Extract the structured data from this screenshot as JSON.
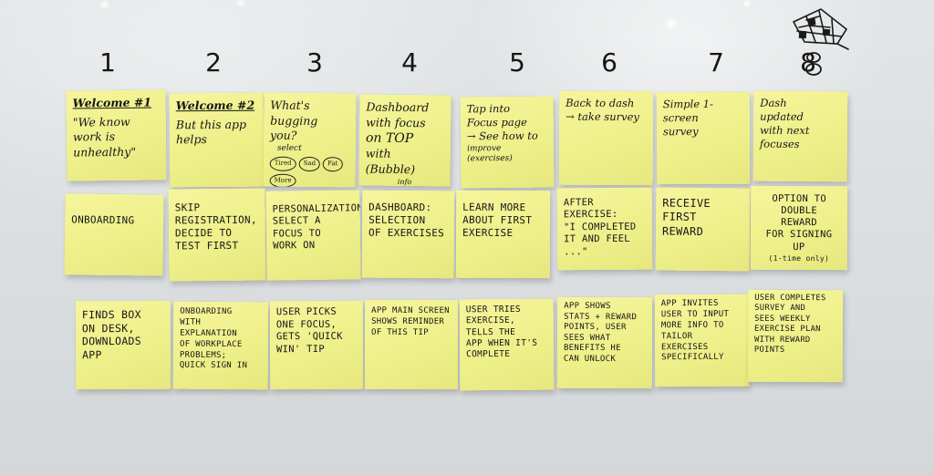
{
  "column_numbers": [
    "1",
    "2",
    "3",
    "4",
    "5",
    "6",
    "7",
    "8"
  ],
  "end_icon": "checkered-finish-flag-icon",
  "row1": [
    {
      "head": "Welcome #1",
      "lines": [
        "\"We know",
        "work is",
        "unhealthy\""
      ]
    },
    {
      "head": "Welcome #2",
      "lines": [
        "But this app",
        "helps"
      ]
    },
    {
      "lines": [
        "What's bugging",
        "you?"
      ],
      "select": "select",
      "bubbles": [
        "Tired",
        "Sad",
        "Fat",
        "More"
      ]
    },
    {
      "lines": [
        "Dashboard",
        "with focus",
        "on TOP",
        "with (Bubble)"
      ],
      "small": "info"
    },
    {
      "lines": [
        "Tap into",
        "Focus page",
        "→ See how to",
        "improve (exercises)"
      ]
    },
    {
      "lines": [
        "Back to dash",
        "→ take survey"
      ]
    },
    {
      "lines": [
        "Simple 1-screen",
        "survey"
      ]
    },
    {
      "lines": [
        "Dash",
        "updated",
        "with next",
        "focuses"
      ]
    }
  ],
  "row2": [
    {
      "lines": [
        "Onboarding"
      ]
    },
    {
      "lines": [
        "Skip",
        "registration,",
        "decide to",
        "test first"
      ]
    },
    {
      "lines": [
        "Personalization:",
        "select a",
        "focus to",
        "work on"
      ]
    },
    {
      "lines": [
        "Dashboard:",
        "selection",
        "of exercises"
      ]
    },
    {
      "lines": [
        "Learn more",
        "about first",
        "exercise"
      ]
    },
    {
      "lines": [
        "After exercise:",
        "\"I completed",
        "it and feel",
        "...\""
      ]
    },
    {
      "lines": [
        "Receive",
        "first",
        "reward"
      ]
    },
    {
      "lines": [
        "Option to",
        "double",
        "reward",
        "for signing",
        "up"
      ],
      "small": "(1-time only)"
    }
  ],
  "row3": [
    {
      "lines": [
        "Finds box",
        "on desk,",
        "downloads",
        "app"
      ]
    },
    {
      "lines": [
        "Onboarding",
        "with explanation",
        "of workplace",
        "problems;",
        "quick sign in"
      ]
    },
    {
      "lines": [
        "User picks",
        "one focus,",
        "gets 'quick",
        "win' tip"
      ]
    },
    {
      "lines": [
        "App main screen",
        "shows reminder",
        "of this tip"
      ]
    },
    {
      "lines": [
        "User tries",
        "exercise,",
        "tells the",
        "app when it's",
        "complete"
      ]
    },
    {
      "lines": [
        "App shows",
        "stats + reward",
        "points, user",
        "sees what",
        "benefits he",
        "can unlock"
      ]
    },
    {
      "lines": [
        "App invites",
        "user to input",
        "more info to",
        "tailor exercises",
        "specifically"
      ]
    },
    {
      "lines": [
        "User completes",
        "survey and",
        "sees weekly",
        "exercise plan",
        "with reward",
        "points"
      ]
    }
  ]
}
